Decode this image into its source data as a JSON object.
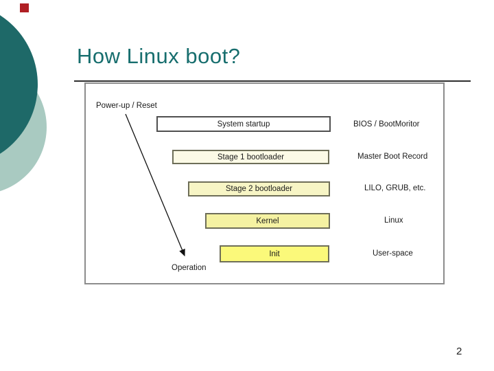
{
  "slide": {
    "title": "How Linux boot?",
    "page_number": "2",
    "title_color": "#176e6e"
  },
  "decorations": {
    "dark_circle_color": "#1e6968",
    "light_circle_color": "#a9cac1",
    "red_square_color": "#b01f24"
  },
  "diagram": {
    "power_label": "Power-up / Reset",
    "operation_label": "Operation",
    "rows": [
      {
        "box": "System startup",
        "side": "BIOS / BootMoritor",
        "fill": "#ffffff"
      },
      {
        "box": "Stage 1 bootloader",
        "side": "Master Boot Record",
        "fill": "#fcfae6"
      },
      {
        "box": "Stage 2 bootloader",
        "side": "LILO, GRUB, etc.",
        "fill": "#f7f5c5"
      },
      {
        "box": "Kernel",
        "side": "Linux",
        "fill": "#f5f2a2"
      },
      {
        "box": "Init",
        "side": "User-space",
        "fill": "#fbf97a"
      }
    ]
  }
}
